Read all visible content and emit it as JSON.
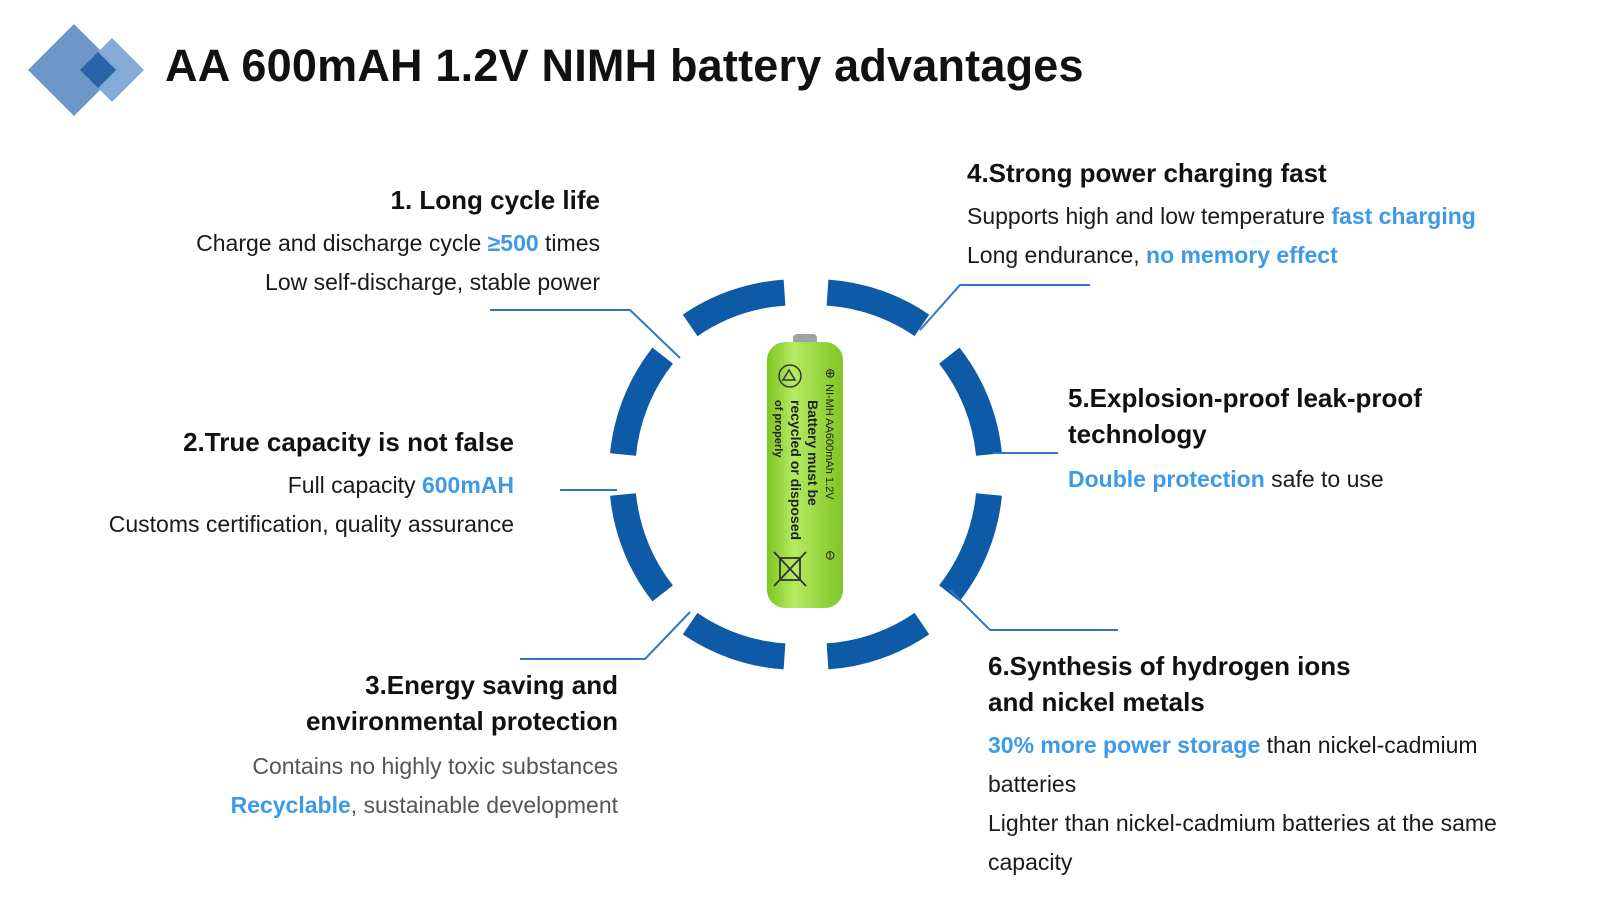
{
  "title": "AA 600mAH 1.2V NIMH battery advantages",
  "colors": {
    "accent_blue": "#0d5aa7",
    "highlight_blue": "#3d9ae8",
    "logo_light": "#6e97c9",
    "logo_dark": "#2a63a8",
    "battery_green": "#9ad83a"
  },
  "battery": {
    "label_1": "NI-MH AA600mAh 1.2V",
    "label_2": "Battery must be",
    "label_3": "recycled or disposed",
    "label_4": "of properly",
    "plus": "⊕",
    "minus": "⊖"
  },
  "advantages": [
    {
      "heading": "1. Long cycle life",
      "l1_pre": "Charge and discharge cycle ",
      "l1_hl": "≥500",
      "l1_post": " times",
      "l2": "Low self-discharge, stable power"
    },
    {
      "heading": "2.True capacity is not false",
      "l1_pre": "Full capacity ",
      "l1_hl": "600mAH",
      "l2": "Customs certification, quality assurance"
    },
    {
      "heading_1": "3.Energy saving and",
      "heading_2": "environmental protection",
      "l1": "Contains no highly toxic substances",
      "l2_hl": "Recyclable",
      "l2_post": ", sustainable development"
    },
    {
      "heading": "4.Strong power charging fast",
      "l1_pre": "Supports high and low temperature ",
      "l1_hl": "fast charging",
      "l2_pre": "Long endurance, ",
      "l2_hl": "no memory effect"
    },
    {
      "heading_1": "5.Explosion-proof leak-proof",
      "heading_2": "technology",
      "l1_hl": "Double protection",
      "l1_post": " safe to use"
    },
    {
      "heading_1": "6.Synthesis of hydrogen ions",
      "heading_2": "and nickel metals",
      "l1_hl": "30% more power storage",
      "l1_post": " than nickel-cadmium",
      "l1_cont": "batteries",
      "l2": "Lighter than nickel-cadmium batteries at the same",
      "l2_cont": "capacity"
    }
  ]
}
